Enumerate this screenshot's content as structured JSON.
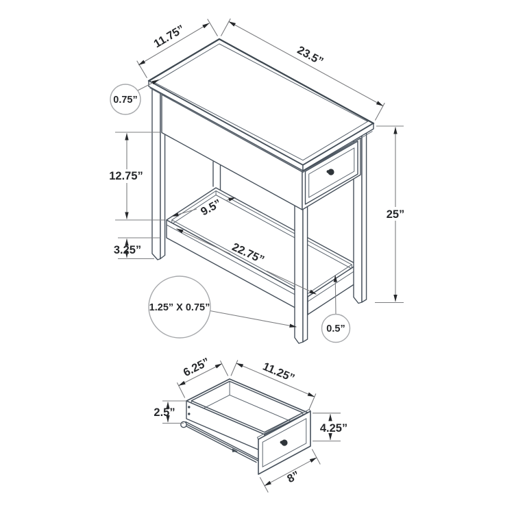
{
  "diagram": {
    "description": "Accent side table dimension drawing with drawer detail",
    "table": {
      "top_depth": "11.75”",
      "top_length": "23.5”",
      "top_thickness": "0.75”",
      "apron_to_shelf": "12.75”",
      "shelf_clearance": "3.25”",
      "shelf_inner_depth": "9.5”",
      "shelf_inner_length": "22.75”",
      "overall_height": "25”",
      "leg_size": "1.25” X 0.75”",
      "shelf_thickness": "0.5”"
    },
    "drawer": {
      "inner_depth": "6.25”",
      "inner_length": "11.25”",
      "inner_height": "2.5”",
      "front_height": "4.25”",
      "front_width": "8”"
    },
    "colors": {
      "furniture_line": "#46505B",
      "dimension_line": "#7B7C7F",
      "text": "#26282B",
      "callout_circle": "#A7A9AC",
      "background": "#FFFFFF"
    }
  }
}
